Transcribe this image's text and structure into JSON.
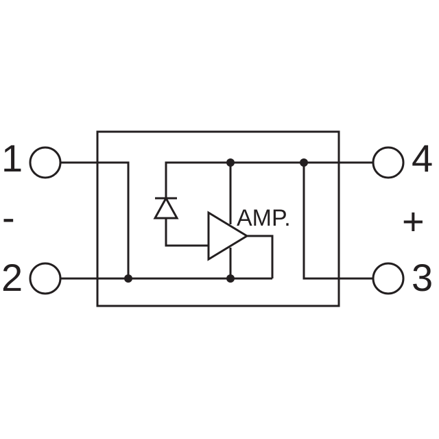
{
  "diagram": {
    "terminals": [
      {
        "id": "1",
        "label": "1"
      },
      {
        "id": "2",
        "label": "2"
      },
      {
        "id": "3",
        "label": "3"
      },
      {
        "id": "4",
        "label": "4"
      }
    ],
    "polarity": {
      "left": "-",
      "right": "+"
    },
    "amplifier_label": "AMP."
  },
  "colors": {
    "ink": "#231f20",
    "background": "#ffffff"
  }
}
